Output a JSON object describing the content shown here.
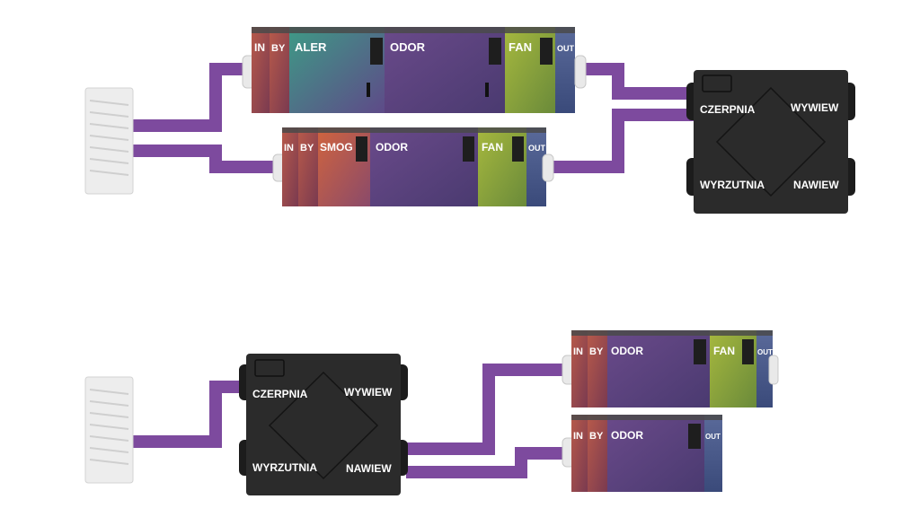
{
  "colors": {
    "duct": "#7d4a9e",
    "recuperator": "#2b2b2b",
    "grille": "#ececec"
  },
  "top_unit": {
    "labels": {
      "czerpnia": "CZERPNIA",
      "wywiew": "WYWIEW",
      "wyrzutnia": "WYRZUTNIA",
      "nawiew": "NAWIEW"
    },
    "line_a": [
      {
        "code": "IN"
      },
      {
        "code": "BY"
      },
      {
        "code": "ALER"
      },
      {
        "code": "ODOR"
      },
      {
        "code": "FAN"
      },
      {
        "code": "OUT"
      }
    ],
    "line_b": [
      {
        "code": "IN"
      },
      {
        "code": "BY"
      },
      {
        "code": "SMOG"
      },
      {
        "code": "ODOR"
      },
      {
        "code": "FAN"
      },
      {
        "code": "OUT"
      }
    ]
  },
  "bottom_unit": {
    "labels": {
      "czerpnia": "CZERPNIA",
      "wywiew": "WYWIEW",
      "wyrzutnia": "WYRZUTNIA",
      "nawiew": "NAWIEW"
    },
    "line_a": [
      {
        "code": "IN"
      },
      {
        "code": "BY"
      },
      {
        "code": "ODOR"
      },
      {
        "code": "FAN"
      },
      {
        "code": "OUT"
      }
    ],
    "line_b": [
      {
        "code": "IN"
      },
      {
        "code": "BY"
      },
      {
        "code": "ODOR"
      },
      {
        "code": "OUT"
      }
    ]
  }
}
